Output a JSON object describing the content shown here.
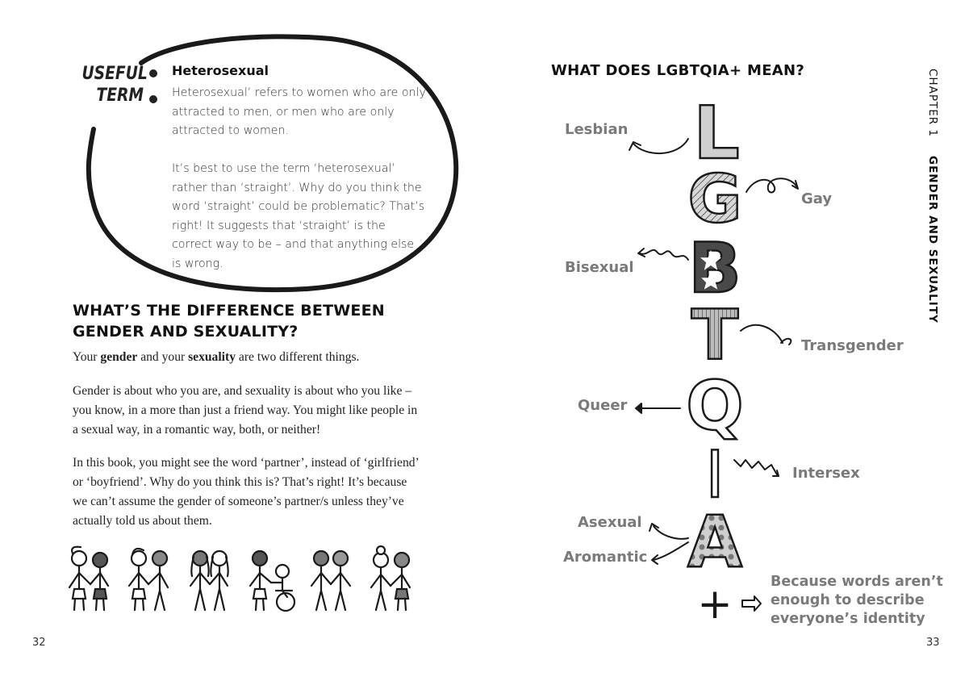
{
  "left_page": {
    "useful_term": {
      "heading_line1": "USEFUL",
      "heading_line2": "TERM",
      "term": "Heterosexual",
      "definition": "Heterosexual’ refers to women who are only attracted to men, or men who are only attracted to women.",
      "note": "It’s best to use the term ‘heterosexual’ rather than ‘straight’. Why do you think the word ‘straight’ could be problematic? That’s right! It suggests that ‘straight’ is the correct way to be – and that anything else is wrong."
    },
    "section_heading_line1": "WHAT’S THE DIFFERENCE BETWEEN",
    "section_heading_line2": "GENDER AND SEXUALITY?",
    "para1": {
      "before": "Your ",
      "bold1": "gender",
      "middle": " and your ",
      "bold2": "sexuality",
      "after": " are two different things."
    },
    "para2": "Gender is about who you are, and sexuality is about who you like – you know, in a more than just a friend way. You might like people in a sexual way, in a romantic way, both, or neither!",
    "para3": "In this book, you might see the word ‘partner’, instead of ‘girlfriend’ or ‘boyfriend’. Why do you think this is? That’s right! It’s because we can’t assume the gender of someone’s partner/s unless they’ve actually told us about them.",
    "page_number": "32"
  },
  "right_page": {
    "title": "WHAT DOES LGBTQIA+ MEAN?",
    "chapter_label": "CHAPTER 1",
    "chapter_title": "GENDER AND SEXUALITY",
    "letters": [
      "L",
      "G",
      "B",
      "T",
      "Q",
      "I",
      "A",
      "+"
    ],
    "labels": {
      "L": "Lesbian",
      "G": "Gay",
      "B": "Bisexual",
      "T": "Transgender",
      "Q": "Queer",
      "I": "Intersex",
      "A1": "Asexual",
      "A2": "Aromantic",
      "plus": "Because words aren’t enough to describe everyone’s identity"
    },
    "page_number": "33"
  },
  "colors": {
    "text": "#1a1a1a",
    "label_gray": "#7a7a7a",
    "letter_dark": "#444444",
    "letter_light": "#cfcfcf"
  }
}
